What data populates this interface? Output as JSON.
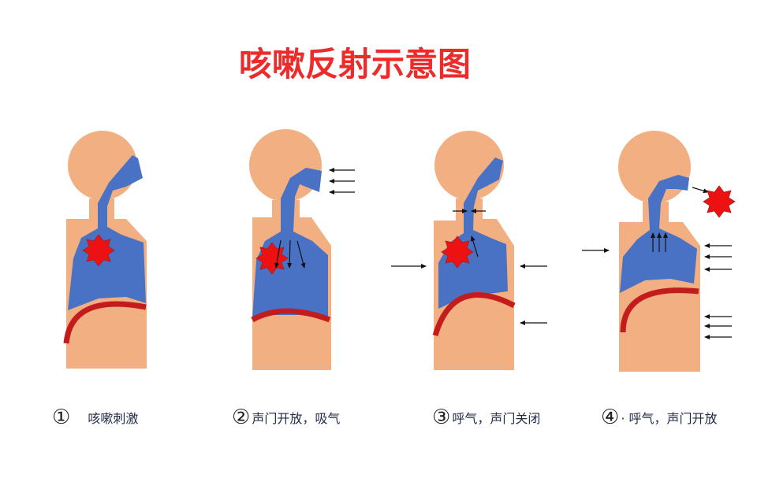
{
  "title": "咳嗽反射示意图",
  "colors": {
    "title": "#ee2b2b",
    "body": "#f2af82",
    "airway": "#4a72c4",
    "diaphragm": "#c41c1c",
    "irritant": "#ee1111",
    "arrow": "#111111"
  },
  "steps": [
    {
      "number": "①",
      "caption": "咳嗽刺激"
    },
    {
      "number": "②",
      "caption": "声门开放，吸气"
    },
    {
      "number": "③",
      "caption": "呼气，声门关闭"
    },
    {
      "number": "④",
      "caption": "· 呼气，声门开放"
    }
  ]
}
